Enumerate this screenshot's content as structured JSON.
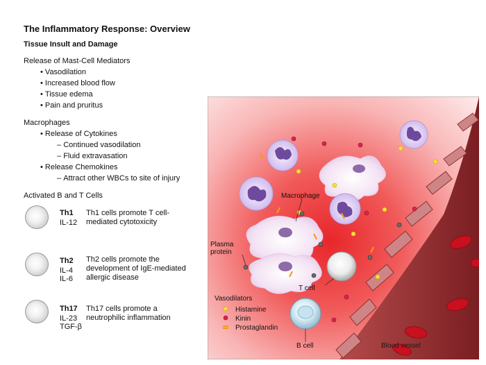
{
  "title": "The Inflammatory Response: Overview",
  "subtitle": "Tissue Insult and Damage",
  "mast_cell": {
    "heading": "Release of Mast-Cell Mediators",
    "items": [
      "Vasodilation",
      "Increased blood flow",
      "Tissue edema",
      "Pain and pruritus"
    ]
  },
  "macrophages": {
    "heading": "Macrophages",
    "cytokines": "Release of Cytokines",
    "cytokine_items": [
      "Continued vasodilation",
      "Fluid extravasation"
    ],
    "chemokines": "Release Chemokines",
    "chemokine_items": [
      "Attract other WBCs to site of injury"
    ]
  },
  "bt_cells": {
    "heading": "Activated B and T Cells",
    "th": [
      {
        "name": "Th1",
        "ils": [
          "IL-12"
        ],
        "desc": "Th1 cells promote T cell-mediated cytotoxicity"
      },
      {
        "name": "Th2",
        "ils": [
          "IL-4",
          "IL-6"
        ],
        "desc": "Th2 cells promote the development of IgE-mediated allergic disease"
      },
      {
        "name": "Th17",
        "ils": [
          "IL-23",
          "TGF-β"
        ],
        "desc": "Th17 cells promote a neutrophilic inflammation"
      }
    ]
  },
  "illustration": {
    "labels": {
      "macrophage": "Macrophage",
      "plasma_protein": "Plasma protein",
      "t_cell": "T cell",
      "b_cell": "B cell",
      "blood_vessel": "Blood vessel"
    },
    "legend": {
      "title": "Vasodilators",
      "items": [
        {
          "label": "Histamine",
          "color": "#f7e03a"
        },
        {
          "label": "Kinin",
          "color": "#d8264a"
        },
        {
          "label": "Prostaglandin",
          "color": "#f29a1c"
        }
      ]
    }
  },
  "colors": {
    "tissue_red": "#e23a3a",
    "vessel_wall": "#c47a7a",
    "rbc": "#c8101f",
    "leukocyte_purple": "#7e5aa8"
  }
}
